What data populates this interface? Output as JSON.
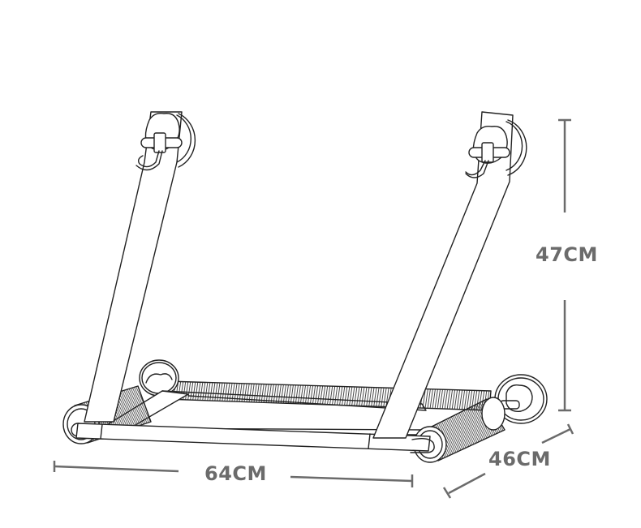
{
  "diagram": {
    "subject": "door-mounted sit-up / exercise bar with padded foam rollers, suction cups and hooks",
    "dimensions": {
      "height": "47CM",
      "width": "64CM",
      "depth": "46CM"
    },
    "colors": {
      "line": "#222222",
      "dimension": "#6b6b6b",
      "background": "#ffffff"
    }
  }
}
